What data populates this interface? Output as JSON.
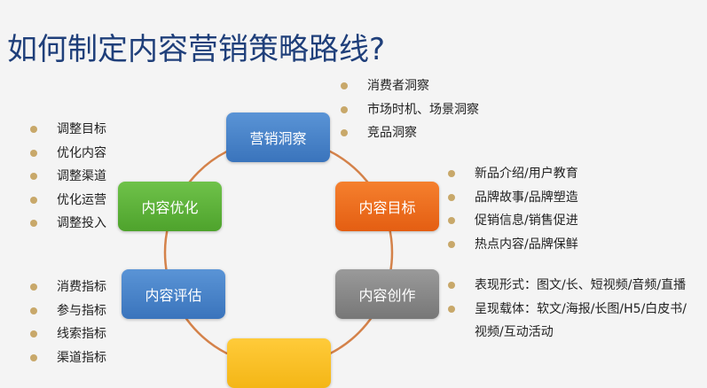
{
  "title": "如何制定内容营销策略路线?",
  "nodes": {
    "insight": "营销洞察",
    "goal": "内容目标",
    "optimize": "内容优化",
    "evaluate": "内容评估",
    "create": "内容创作",
    "distribute": ""
  },
  "lists": {
    "insight": [
      "消费者洞察",
      "市场时机、场景洞察",
      "竞品洞察"
    ],
    "optimize": [
      "调整目标",
      "优化内容",
      "调整渠道",
      "优化运营",
      "调整投入"
    ],
    "goal": [
      "新品介绍/用户教育",
      "品牌故事/品牌塑造",
      "促销信息/销售促进",
      "热点内容/品牌保鲜"
    ],
    "evaluate": [
      "消费指标",
      "参与指标",
      "线索指标",
      "渠道指标"
    ],
    "create": [
      "表现形式：图文/长、短视频/音频/直播",
      "呈现载体：软文/海报/长图/H5/白皮书/",
      "视频/互动活动"
    ]
  },
  "colors": {
    "ring": "#d4824a",
    "bullet": "#c8a86a"
  }
}
